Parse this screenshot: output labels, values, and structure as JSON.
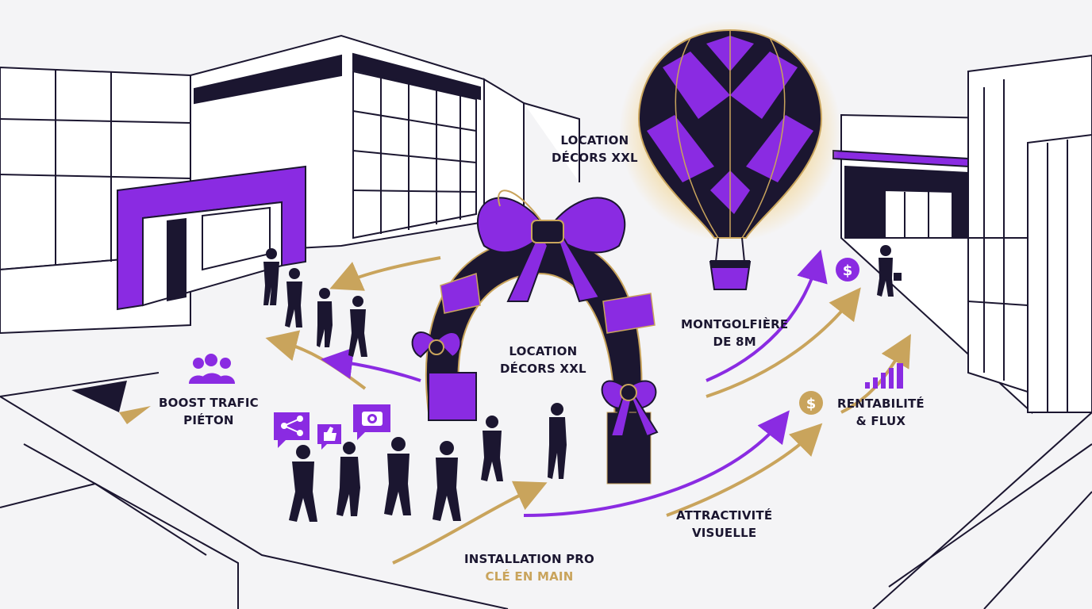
{
  "labels": {
    "top_center": {
      "line1": "LOCATION",
      "line2": "DÉCORS XXL"
    },
    "arch": {
      "line1": "LOCATION",
      "line2": "DÉCORS XXL"
    },
    "balloon": {
      "line1": "MONTGOLFIÈRE",
      "line2": "DE 8M"
    },
    "boost": {
      "line1": "BOOST TRAFIC",
      "line2": "PIÉTON"
    },
    "rentabilite": {
      "line1": "RENTABILITÉ",
      "line2": "& FLUX"
    },
    "attractivite": {
      "line1": "ATTRACTIVITÉ",
      "line2": "VISUELLE"
    },
    "installation": {
      "line1": "INSTALLATION PRO",
      "line2": "CLÉ EN MAIN"
    }
  },
  "icons": {
    "people": "group-people-icon",
    "share": "share-icon",
    "like": "thumbs-up-icon",
    "camera": "camera-icon",
    "dollar": "dollar-coin-icon",
    "growth": "bar-growth-icon"
  },
  "colors": {
    "purple": "#8a2be2",
    "navy": "#1b1630",
    "gold": "#c9a45c",
    "line": "#1b1630",
    "background": "#f4f4f6"
  }
}
